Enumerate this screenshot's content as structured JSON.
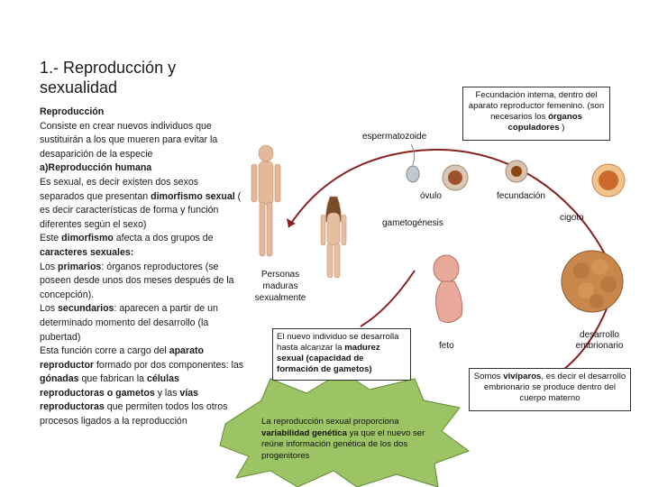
{
  "title_line1": "1.- Reproducción y",
  "title_line2": "sexualidad",
  "left": {
    "reproduccion_heading": "Reproducción",
    "p1": "Consiste en crear nuevos individuos que sustituirán a los que mueren para evitar la desaparición de la especie",
    "reproduccion_humana": "a)Reproducción humana",
    "p2_a": "Es sexual, es decir existen dos sexos separados que presentan ",
    "p2_b": "dimorfismo sexual",
    "p2_c": " ( es decir características de forma y función diferentes según el sexo)",
    "p3_a": "Este ",
    "p3_b": "dimorfismo",
    "p3_c": " afecta a dos grupos de ",
    "p3_d": "caracteres sexuales:",
    "p4_a": "Los ",
    "p4_b": "primarios",
    "p4_c": ": órganos reproductores (se poseen desde unos dos meses después de la concepción).",
    "p5_a": "Los ",
    "p5_b": "secundarios",
    "p5_c": ": aparecen a partir de un determinado momento del desarrollo (la pubertad)",
    "p6_a": "Esta función corre a cargo del ",
    "p6_b": "aparato reproductor",
    "p6_c": " formado por dos componentes: las ",
    "p6_d": "gónadas",
    "p6_e": " que fabrican la ",
    "p6_f": "células reproductoras o gametos",
    "p6_g": " y las ",
    "p6_h": "vías reproductoras",
    "p6_i": " que permiten todos los otros procesos ligados a la reproducción"
  },
  "diagram": {
    "personas_1": "Personas",
    "personas_2": "maduras",
    "personas_3": "sexualmente",
    "espermatozoide": "espermatozoide",
    "ovulo": "óvulo",
    "gametogenesis": "gametogénesis",
    "fecundacion": "fecundación",
    "cigoto": "cigoto",
    "feto": "feto",
    "desarrollo_1": "desarrollo",
    "desarrollo_2": "embrionario"
  },
  "box_top": {
    "a": "Fecundación interna",
    "b": ", dentro del aparato reproductor femenino. (son necesarios los ",
    "c": "órganos copuladores",
    "d": " )"
  },
  "box_mid": {
    "a": "El nuevo individuo se desarrolla hasta alcanzar la ",
    "b": "madurez sexual (capacidad de formación de gametos)"
  },
  "box_right": {
    "a": "Somos ",
    "b": "vivíparos",
    "c": ", es decir el desarrollo embrionario se produce dentro del cuerpo materno"
  },
  "burst": {
    "a": "La reproducción sexual proporciona ",
    "b": "variabilidad genética",
    "c": " ya que el nuevo ser reúne información genética de los dos progenitores"
  }
}
